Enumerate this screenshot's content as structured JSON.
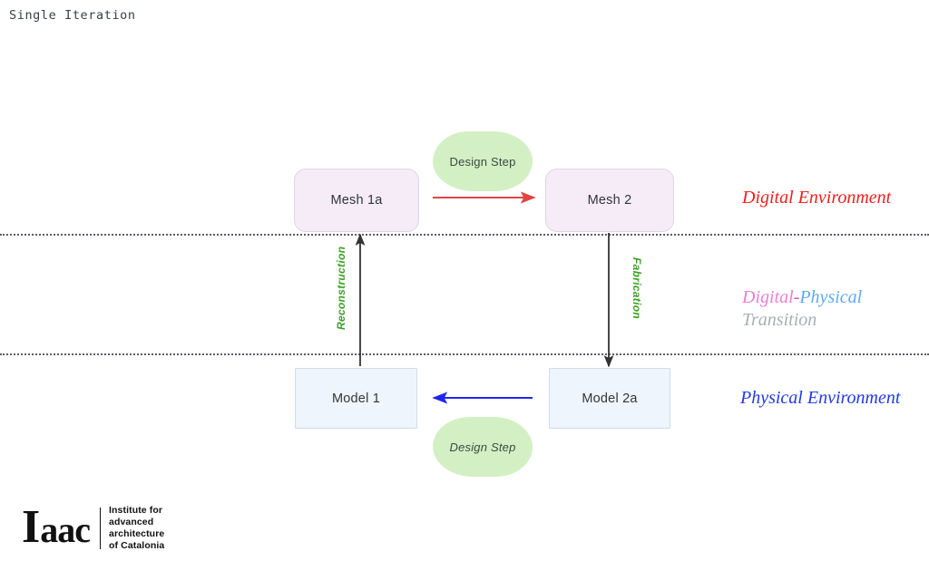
{
  "slide": {
    "title": "Single Iteration"
  },
  "nodes": {
    "mesh_1a": "Mesh 1a",
    "mesh_2": "Mesh 2",
    "model_1": "Model 1",
    "model_2a": "Model 2a"
  },
  "blobs": {
    "top": "Design Step",
    "bottom": "Design Step"
  },
  "edge_labels": {
    "reconstruction": "Reconstruction",
    "fabrication": "Fabrication"
  },
  "bands": {
    "digital": "Digital Environment",
    "transition": {
      "part_digital": "Digital",
      "dash": "-",
      "part_physical": "Physical",
      "line2": "Transition"
    },
    "physical": "Physical Environment"
  },
  "logo": {
    "mark_cap": "I",
    "mark_rest": "aac",
    "line1": "Institute for",
    "line2": "advanced",
    "line3": "architecture",
    "line4": "of Catalonia"
  },
  "colors": {
    "digital_environment": "#f61c1c",
    "physical_environment": "#2038ef",
    "transition_digital": "#ee7ed0",
    "transition_dash": "#e849b8",
    "transition_physical": "#5fa8f5",
    "transition_word": "#a9aeb4",
    "edge_label_green": "#3aa122",
    "mesh_fill": "#f6ecf7",
    "mesh_border": "#e2d3e6",
    "model_fill": "#eef5fc",
    "model_border": "#cfdcea",
    "blob_fill": "#d3f0c4",
    "arrow_design_top": "#e04444",
    "arrow_design_bottom": "#1e27f0",
    "arrow_vertical": "#333333",
    "divider": "#5c5c66"
  }
}
